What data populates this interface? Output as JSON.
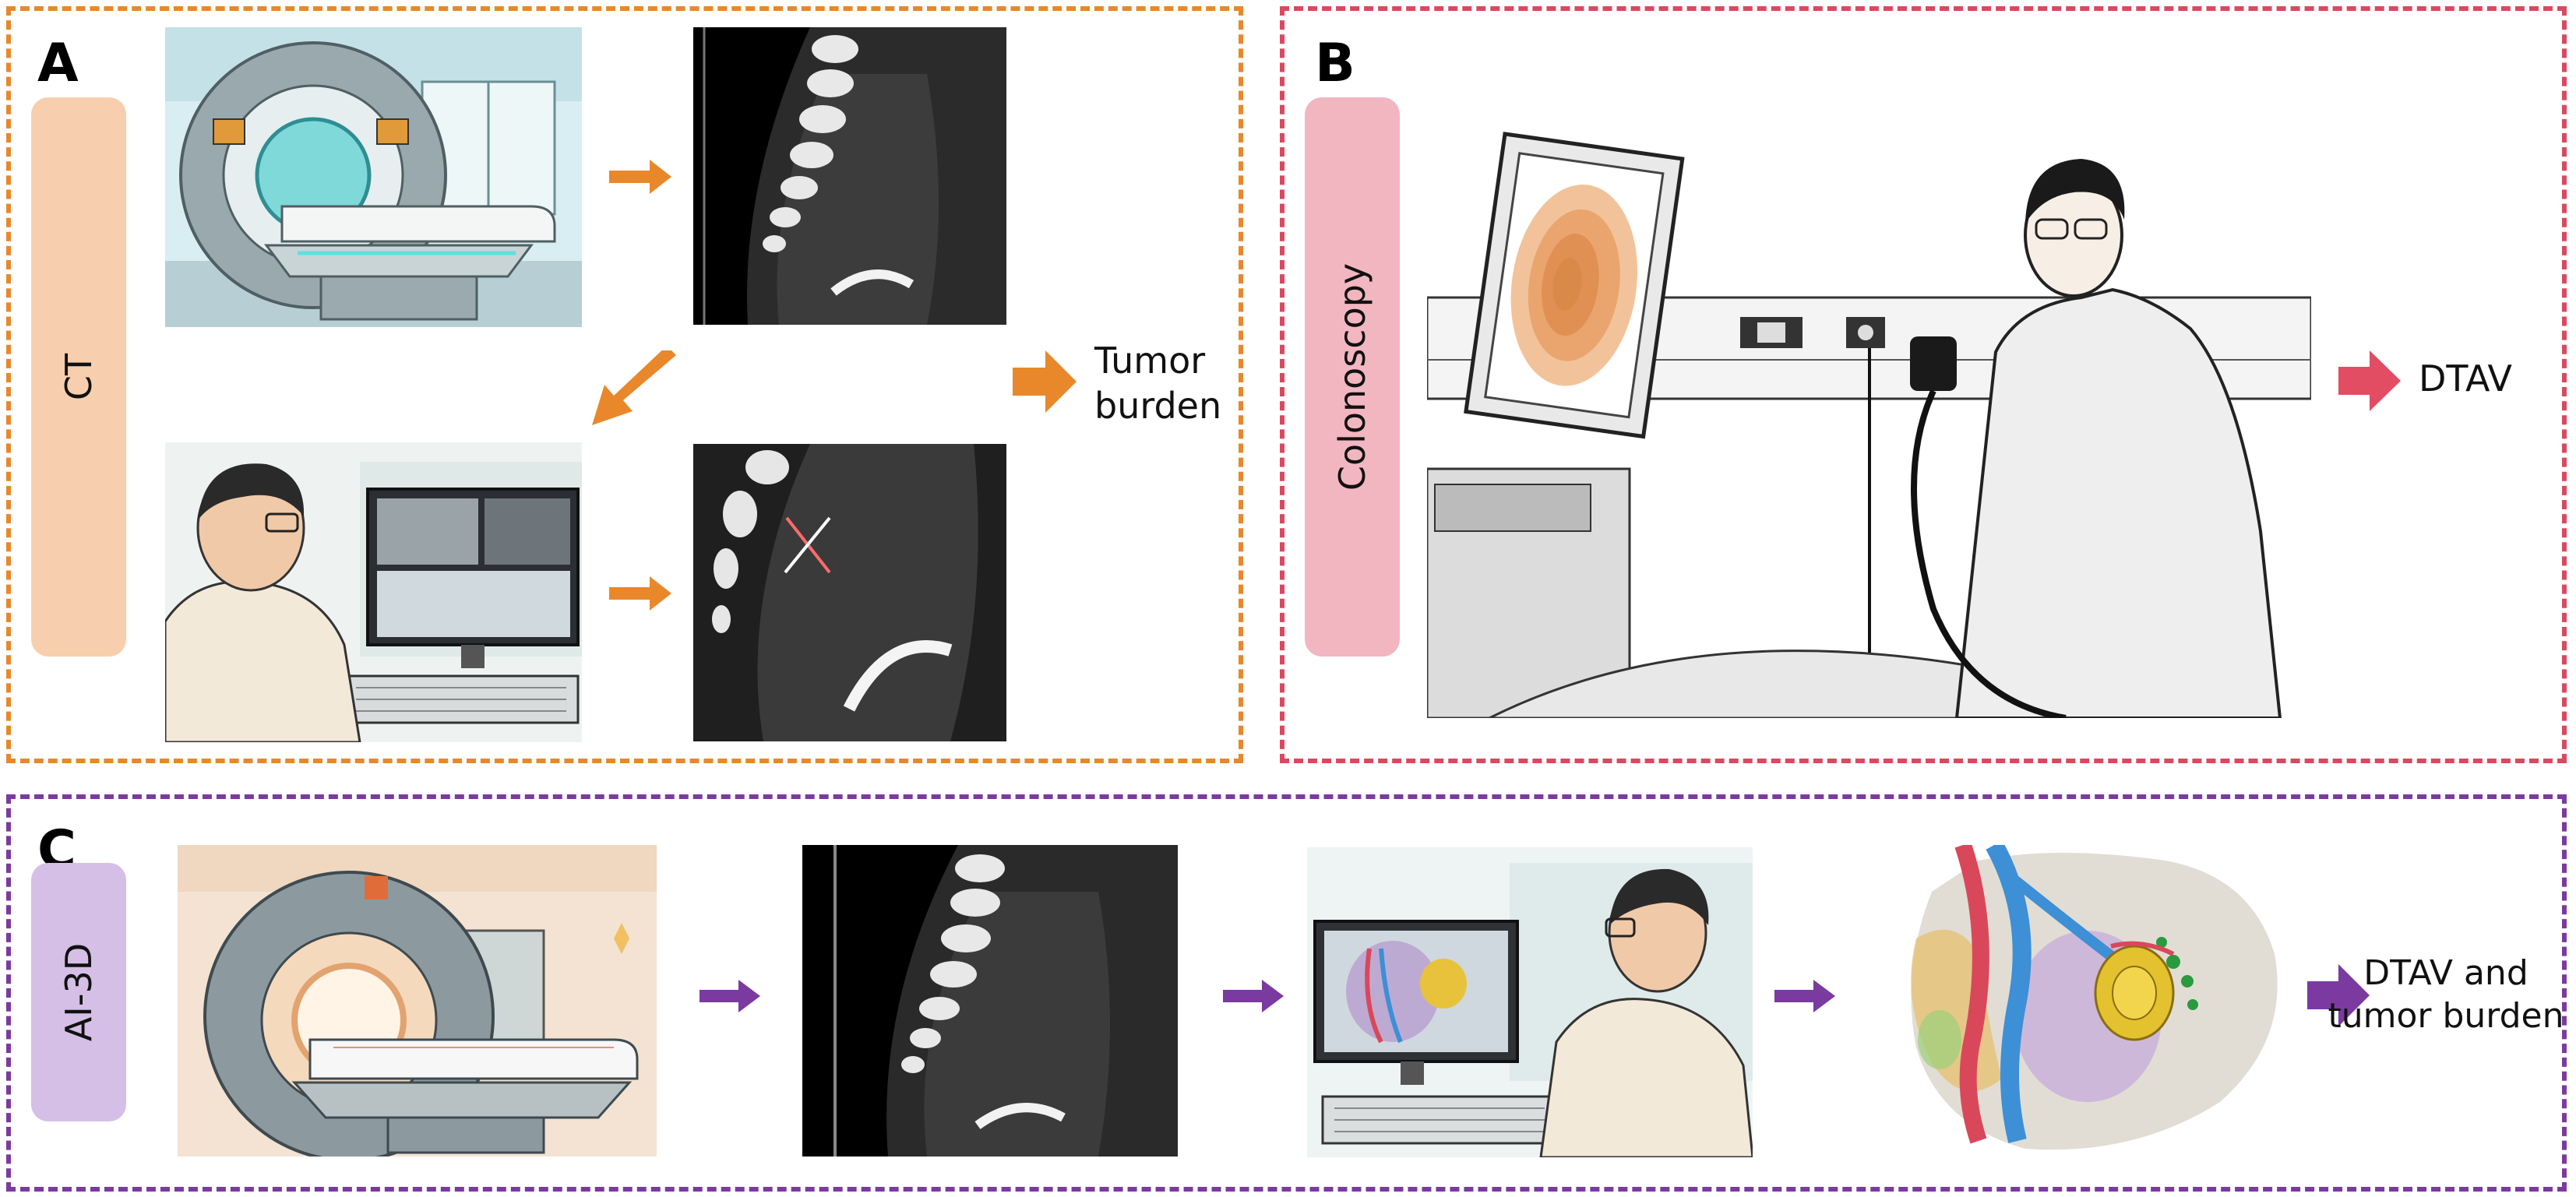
{
  "panels": {
    "a": {
      "letter": "A",
      "tab": "CT",
      "output": "Tumor\nburden"
    },
    "b": {
      "letter": "B",
      "tab": "Colonoscopy",
      "output": "DTAV"
    },
    "c": {
      "letter": "C",
      "tab": "AI-3D",
      "output": "DTAV and\ntumor burden"
    }
  },
  "colors": {
    "orange": "#e8882a",
    "pink": "#d94960",
    "purple": "#7b3aa0",
    "tab_orange": "#f7cfae",
    "tab_pink": "#f2b6c1",
    "tab_purple": "#d5bfe6"
  },
  "icons": [
    "ct-scanner-illustration",
    "ct-sagittal-scan",
    "radiologist-workstation",
    "colonoscopy-procedure",
    "3d-reconstruction-model"
  ]
}
